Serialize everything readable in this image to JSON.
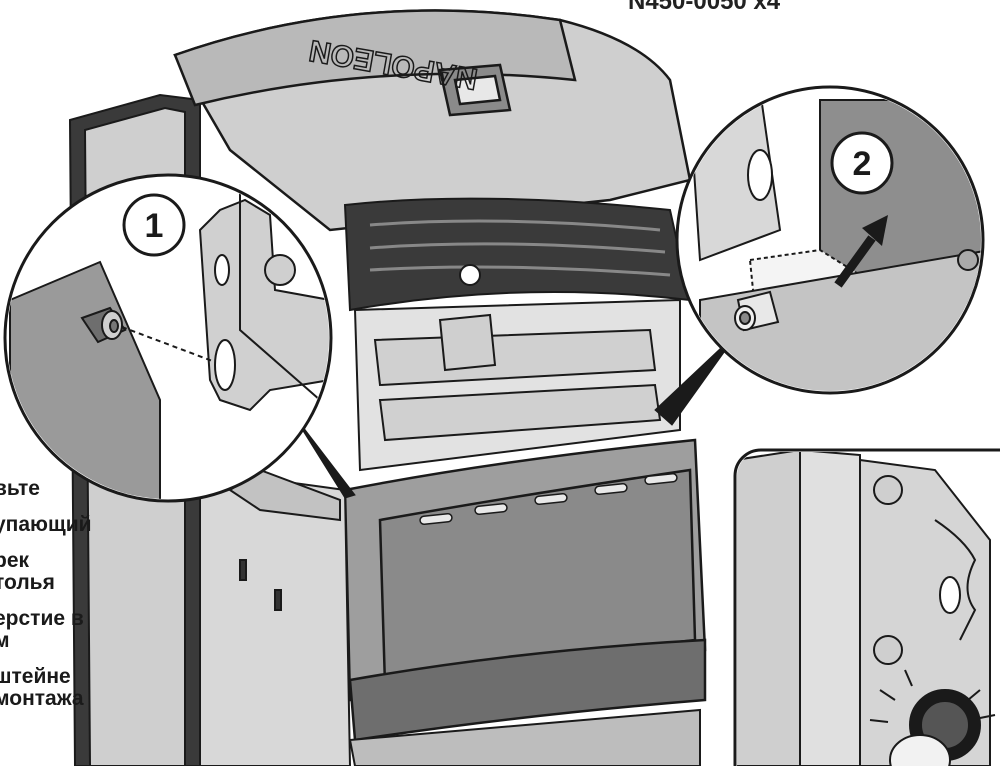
{
  "part_code": "N450-0050 x4",
  "brand_logo": "NAPOLEON",
  "steps": [
    {
      "number": "1"
    },
    {
      "number": "2"
    }
  ],
  "instructions": [
    "вьте",
    "упающий",
    "рек",
    "толья",
    "ерстие в",
    "м",
    "штейне",
    "монтажа"
  ],
  "colors": {
    "line": "#1a1a1a",
    "panel_light": "#d9d9d9",
    "panel_mid": "#bdbdbd",
    "panel_dark": "#3a3a3a",
    "lid": "#cfcfcf"
  }
}
